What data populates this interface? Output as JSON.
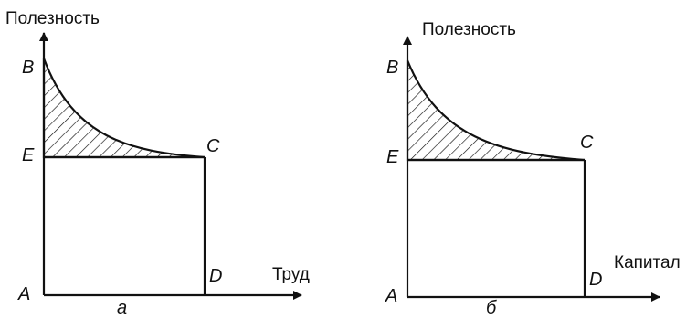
{
  "diagrams": [
    {
      "caption": "а",
      "y_axis_title": "Полезность",
      "x_axis_title": "Труд",
      "points": {
        "B": "B",
        "E": "E",
        "C": "C",
        "A": "A",
        "D": "D"
      }
    },
    {
      "caption": "б",
      "y_axis_title": "Полезность",
      "x_axis_title": "Капитал",
      "points": {
        "B": "B",
        "E": "E",
        "C": "C",
        "A": "A",
        "D": "D"
      }
    }
  ],
  "colors": {
    "ink": "#111111",
    "background": "#ffffff"
  }
}
